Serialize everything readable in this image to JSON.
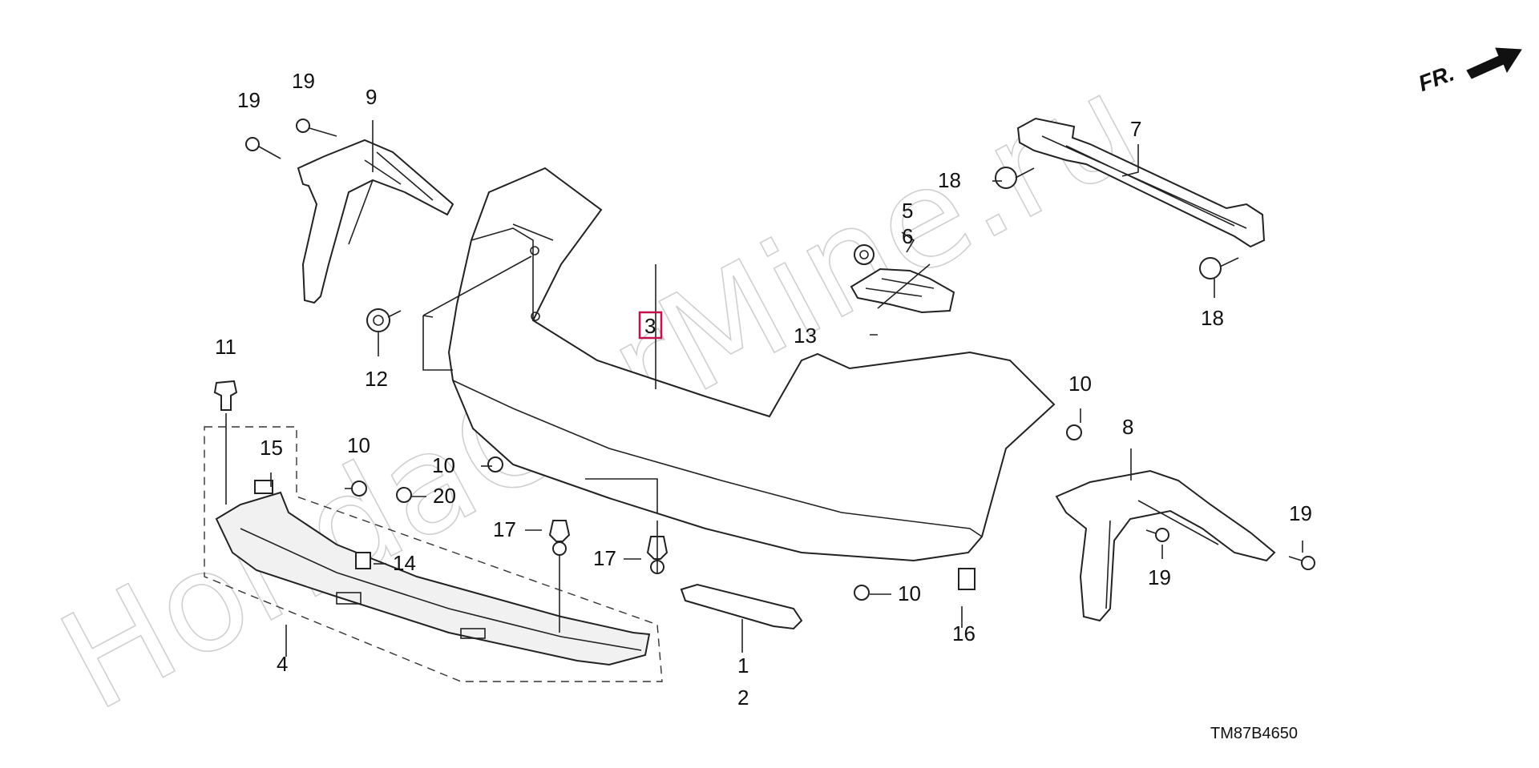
{
  "watermark": "HondaCarMine.ru",
  "direction_label": "FR.",
  "diagram_code": "TM87B4650",
  "highlighted_part": "3",
  "colors": {
    "highlight": "#c0124b",
    "ink": "#111111",
    "watermark": "#cfcfcf"
  },
  "callouts": {
    "c1": "1",
    "c2": "2",
    "c3": "3",
    "c4": "4",
    "c5": "5",
    "c6": "6",
    "c7": "7",
    "c8": "8",
    "c9": "9",
    "c10a": "10",
    "c10b": "10",
    "c10c": "10",
    "c10d": "10",
    "c11": "11",
    "c12": "12",
    "c13": "13",
    "c14": "14",
    "c15": "15",
    "c16": "16",
    "c17a": "17",
    "c17b": "17",
    "c18a": "18",
    "c18b": "18",
    "c19a": "19",
    "c19b": "19",
    "c19c": "19",
    "c19d": "19",
    "c20": "20"
  }
}
